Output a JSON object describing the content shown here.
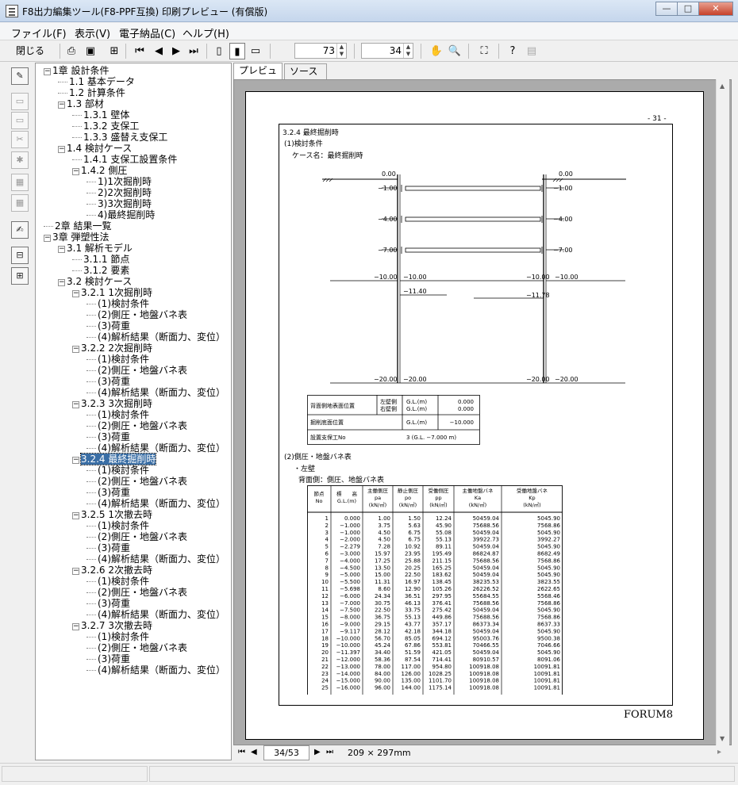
{
  "window": {
    "title": "F8出力編集ツール(F8-PPF互換) 印刷プレビュー (有償版)"
  },
  "menu": [
    "ファイル(F)",
    "表示(V)",
    "電子納品(C)",
    "ヘルプ(H)"
  ],
  "toolbar": {
    "close_label": "閉じる(X)",
    "zoom_value": "73",
    "page_value": "34"
  },
  "tree": [
    {
      "label": "1章 設計条件",
      "level": 0,
      "box": "−"
    },
    {
      "label": "1.1 基本データ",
      "level": 1
    },
    {
      "label": "1.2 計算条件",
      "level": 1
    },
    {
      "label": "1.3 部材",
      "level": 1,
      "box": "−"
    },
    {
      "label": "1.3.1 壁体",
      "level": 2
    },
    {
      "label": "1.3.2 支保工",
      "level": 2
    },
    {
      "label": "1.3.3 盛替え支保工",
      "level": 2
    },
    {
      "label": "1.4 検討ケース",
      "level": 1,
      "box": "−"
    },
    {
      "label": "1.4.1 支保工設置条件",
      "level": 2
    },
    {
      "label": "1.4.2 側圧",
      "level": 2,
      "box": "−"
    },
    {
      "label": "1)1次掘削時",
      "level": 3
    },
    {
      "label": "2)2次掘削時",
      "level": 3
    },
    {
      "label": "3)3次掘削時",
      "level": 3
    },
    {
      "label": "4)最終掘削時",
      "level": 3
    },
    {
      "label": "2章 結果一覧",
      "level": 0
    },
    {
      "label": "3章 弾塑性法",
      "level": 0,
      "box": "−"
    },
    {
      "label": "3.1 解析モデル",
      "level": 1,
      "box": "−"
    },
    {
      "label": "3.1.1 節点",
      "level": 2
    },
    {
      "label": "3.1.2 要素",
      "level": 2
    },
    {
      "label": "3.2 検討ケース",
      "level": 1,
      "box": "−"
    },
    {
      "label": "3.2.1 1次掘削時",
      "level": 2,
      "box": "−"
    },
    {
      "label": "(1)検討条件",
      "level": 3
    },
    {
      "label": "(2)側圧・地盤バネ表",
      "level": 3
    },
    {
      "label": "(3)荷重",
      "level": 3
    },
    {
      "label": "(4)解析結果（断面力、変位）",
      "level": 3
    },
    {
      "label": "3.2.2 2次掘削時",
      "level": 2,
      "box": "−"
    },
    {
      "label": "(1)検討条件",
      "level": 3
    },
    {
      "label": "(2)側圧・地盤バネ表",
      "level": 3
    },
    {
      "label": "(3)荷重",
      "level": 3
    },
    {
      "label": "(4)解析結果（断面力、変位）",
      "level": 3
    },
    {
      "label": "3.2.3 3次掘削時",
      "level": 2,
      "box": "−"
    },
    {
      "label": "(1)検討条件",
      "level": 3
    },
    {
      "label": "(2)側圧・地盤バネ表",
      "level": 3
    },
    {
      "label": "(3)荷重",
      "level": 3
    },
    {
      "label": "(4)解析結果（断面力、変位）",
      "level": 3
    },
    {
      "label": "3.2.4 最終掘削時",
      "level": 2,
      "box": "−",
      "selected": true
    },
    {
      "label": "(1)検討条件",
      "level": 3
    },
    {
      "label": "(2)側圧・地盤バネ表",
      "level": 3
    },
    {
      "label": "(3)荷重",
      "level": 3
    },
    {
      "label": "(4)解析結果（断面力、変位）",
      "level": 3
    },
    {
      "label": "3.2.5 1次撤去時",
      "level": 2,
      "box": "−"
    },
    {
      "label": "(1)検討条件",
      "level": 3
    },
    {
      "label": "(2)側圧・地盤バネ表",
      "level": 3
    },
    {
      "label": "(3)荷重",
      "level": 3
    },
    {
      "label": "(4)解析結果（断面力、変位）",
      "level": 3
    },
    {
      "label": "3.2.6 2次撤去時",
      "level": 2,
      "box": "−"
    },
    {
      "label": "(1)検討条件",
      "level": 3
    },
    {
      "label": "(2)側圧・地盤バネ表",
      "level": 3
    },
    {
      "label": "(3)荷重",
      "level": 3
    },
    {
      "label": "(4)解析結果（断面力、変位）",
      "level": 3
    },
    {
      "label": "3.2.7 3次撤去時",
      "level": 2,
      "box": "−"
    },
    {
      "label": "(1)検討条件",
      "level": 3
    },
    {
      "label": "(2)側圧・地盤バネ表",
      "level": 3
    },
    {
      "label": "(3)荷重",
      "level": 3
    },
    {
      "label": "(4)解析結果（断面力、変位）",
      "level": 3
    }
  ],
  "tabs": [
    "プレビュー",
    "ソース"
  ],
  "page": {
    "page_no": "- 31 -",
    "heading": "3.2.4 最終掘削時",
    "sub1": "(1)検討条件",
    "case_label": "ケース名：最終掘削時",
    "left_levels": [
      "0.00",
      "−1.00",
      "−4.00",
      "−7.00",
      "−10.00",
      "−10.00",
      "−11.40",
      "−20.00",
      "−20.00"
    ],
    "right_levels": [
      "0.00",
      "−1.00",
      "−4.00",
      "−7.00",
      "−10.00",
      "−10.00",
      "−11.78",
      "−20.00",
      "−20.00"
    ],
    "cond_table": {
      "r1_label": "背面側地表面位置",
      "r1_left": "左壁側",
      "r1_right": "右壁側",
      "r1_unit1": "G.L.(m)",
      "r1_unit2": "G.L.(m)",
      "r1_val1": "0.000",
      "r1_val2": "0.000",
      "r2_label": "掘削底面位置",
      "r2_unit": "G.L.(m)",
      "r2_val": "−10.000",
      "r3_label": "設置支保工No",
      "r3_val": "3 (G.L. −7.000 m)"
    },
    "sub2": "(2)側圧・地盤バネ表",
    "sub2a": "・左壁",
    "sub2b": "背面側：側圧、地盤バネ表",
    "spring_headers": [
      [
        "節点",
        "No"
      ],
      [
        "標　　高",
        "G.L.(m)"
      ],
      [
        "主働側圧",
        "pa",
        "(kN/㎡)"
      ],
      [
        "静止側圧",
        "po",
        "(kN/㎡)"
      ],
      [
        "受働側圧",
        "pp",
        "(kN/㎡)"
      ],
      [
        "主働地盤バネ",
        "Ka",
        "(kN/㎡)"
      ],
      [
        "受働地盤バネ",
        "Kp",
        "(kN/㎡)"
      ]
    ],
    "spring_rows": [
      [
        "1",
        "0.000",
        "1.00",
        "1.50",
        "12.24",
        "50459.04",
        "5045.90"
      ],
      [
        "2",
        "−1.000",
        "3.75",
        "5.63",
        "45.90",
        "75688.56",
        "7568.86"
      ],
      [
        "3",
        "−1.000",
        "4.50",
        "6.75",
        "55.08",
        "50459.04",
        "5045.90"
      ],
      [
        "4",
        "−2.000",
        "4.50",
        "6.75",
        "55.13",
        "39922.73",
        "3992.27"
      ],
      [
        "5",
        "−2.279",
        "7.28",
        "10.92",
        "89.11",
        "50459.04",
        "5045.90"
      ],
      [
        "6",
        "−3.000",
        "15.97",
        "23.95",
        "195.49",
        "86824.87",
        "8682.49"
      ],
      [
        "7",
        "−4.000",
        "17.25",
        "25.88",
        "211.15",
        "75688.56",
        "7568.86"
      ],
      [
        "8",
        "−4.500",
        "13.50",
        "20.25",
        "165.25",
        "50459.04",
        "5045.90"
      ],
      [
        "9",
        "−5.000",
        "15.00",
        "22.50",
        "183.62",
        "50459.04",
        "5045.90"
      ],
      [
        "10",
        "−5.500",
        "11.31",
        "16.97",
        "138.45",
        "38235.53",
        "3823.55"
      ],
      [
        "11",
        "−5.698",
        "8.60",
        "12.90",
        "105.26",
        "26226.52",
        "2622.65"
      ],
      [
        "12",
        "−6.000",
        "24.34",
        "36.51",
        "297.95",
        "55684.55",
        "5568.46"
      ],
      [
        "13",
        "−7.000",
        "30.75",
        "46.13",
        "376.41",
        "75688.56",
        "7568.86"
      ],
      [
        "14",
        "−7.500",
        "22.50",
        "33.75",
        "275.42",
        "50459.04",
        "5045.90"
      ],
      [
        "15",
        "−8.000",
        "36.75",
        "55.13",
        "449.86",
        "75688.56",
        "7568.86"
      ],
      [
        "16",
        "−9.000",
        "29.15",
        "43.77",
        "357.17",
        "86373.34",
        "8637.33"
      ],
      [
        "17",
        "−9.117",
        "28.12",
        "42.18",
        "344.18",
        "50459.04",
        "5045.90"
      ],
      [
        "18",
        "−10.000",
        "56.70",
        "85.05",
        "694.12",
        "95003.76",
        "9500.38"
      ],
      [
        "19",
        "−10.000",
        "45.24",
        "67.86",
        "553.81",
        "70466.55",
        "7046.66"
      ],
      [
        "20",
        "−11.397",
        "34.40",
        "51.59",
        "421.05",
        "50459.04",
        "5045.90"
      ],
      [
        "21",
        "−12.000",
        "58.36",
        "87.54",
        "714.41",
        "80910.57",
        "8091.06"
      ],
      [
        "22",
        "−13.000",
        "78.00",
        "117.00",
        "954.80",
        "100918.08",
        "10091.81"
      ],
      [
        "23",
        "−14.000",
        "84.00",
        "126.00",
        "1028.25",
        "100918.08",
        "10091.81"
      ],
      [
        "24",
        "−15.000",
        "90.00",
        "135.00",
        "1101.70",
        "100918.08",
        "10091.81"
      ],
      [
        "25",
        "−16.000",
        "96.00",
        "144.00",
        "1175.14",
        "100918.08",
        "10091.81"
      ]
    ],
    "footer_logo": "FORUM8"
  },
  "nav": {
    "page_indicator": "34/53",
    "paper_size": "209 × 297mm"
  }
}
